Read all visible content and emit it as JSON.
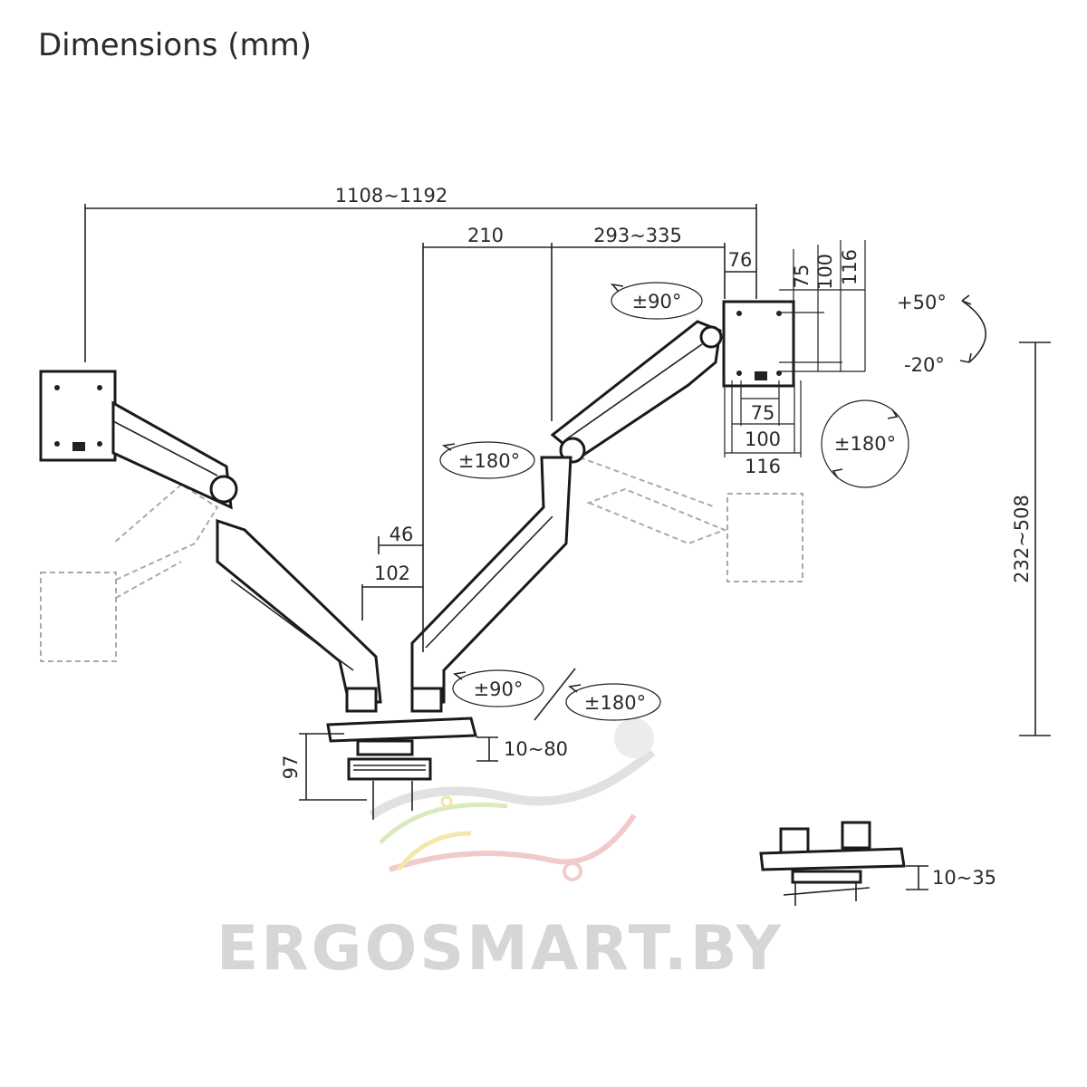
{
  "title": "Dimensions (mm)",
  "dimensions": {
    "total_width": "1108~1192",
    "center_to_pole": "210",
    "arm_reach": "293~335",
    "vesa_offset": "76",
    "vesa_h_75": "75",
    "vesa_h_100": "100",
    "vesa_h_116": "116",
    "vesa_w_75": "75",
    "vesa_w_100": "100",
    "vesa_w_116": "116",
    "pole_46": "46",
    "pole_102": "102",
    "height_range": "232~508",
    "clamp_height": "97",
    "desk_thickness_clamp": "10~80",
    "desk_thickness_grommet": "10~35"
  },
  "rotations": {
    "head_rotate": "±90°",
    "tilt_up": "+50°",
    "tilt_down": "-20°",
    "swivel_head": "±180°",
    "swivel_arm": "±180°",
    "base_rotate_90": "±90°",
    "base_rotate_180": "±180°"
  },
  "watermark": "ERGOSMART.BY",
  "colors": {
    "line": "#222222",
    "ghost": "#aaaaaa",
    "watermark": "#d6d6d6"
  }
}
